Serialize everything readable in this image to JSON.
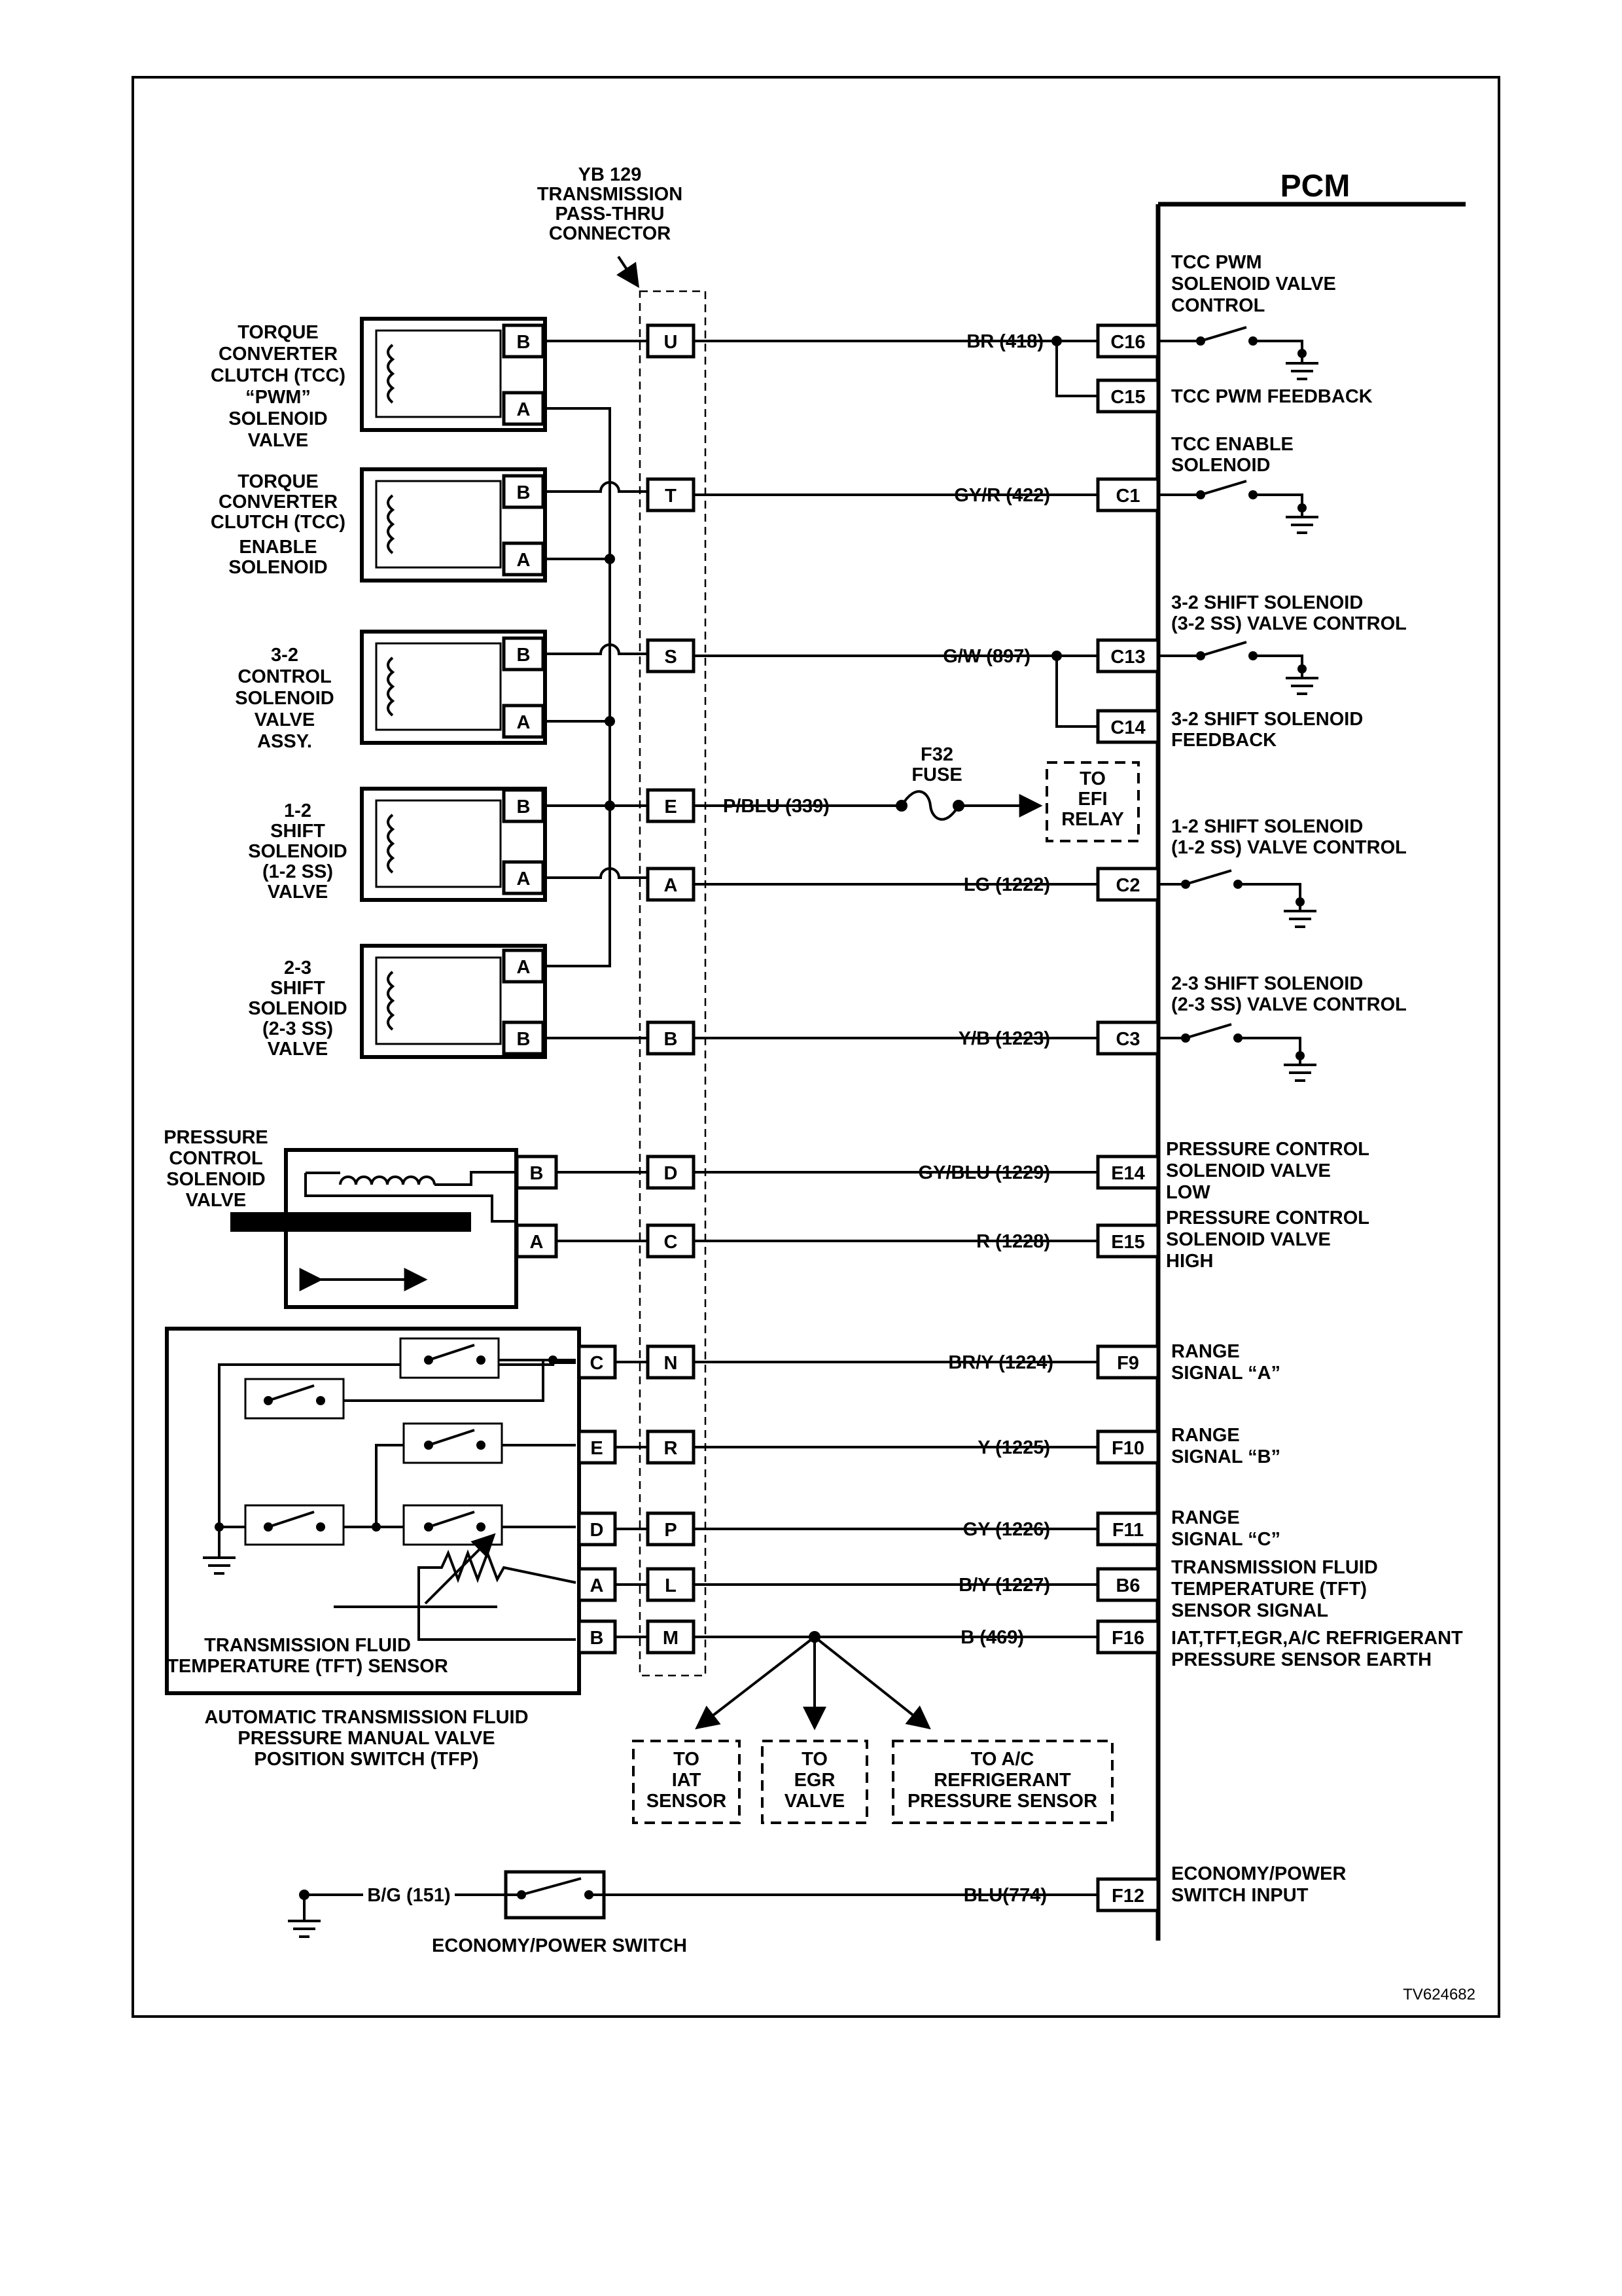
{
  "figure_id": "TV624682",
  "pcm": {
    "title": "PCM"
  },
  "connector": {
    "label_lines": [
      "YB 129",
      "TRANSMISSION",
      "PASS-THRU",
      "CONNECTOR"
    ],
    "pins": [
      "U",
      "T",
      "S",
      "E",
      "A",
      "B",
      "D",
      "C",
      "N",
      "R",
      "P",
      "L",
      "M"
    ]
  },
  "components": {
    "tcc_pwm": {
      "lines": [
        "TORQUE",
        "CONVERTER",
        "CLUTCH (TCC)",
        "“PWM”",
        "SOLENOID",
        "VALVE"
      ],
      "pins": [
        "B",
        "A"
      ]
    },
    "tcc_enable": {
      "lines": [
        "TORQUE",
        "CONVERTER",
        "CLUTCH (TCC)",
        "ENABLE",
        "SOLENOID"
      ],
      "pins": [
        "B",
        "A"
      ]
    },
    "control_32": {
      "lines": [
        "3-2",
        "CONTROL",
        "SOLENOID",
        "VALVE",
        "ASSY."
      ],
      "pins": [
        "B",
        "A"
      ]
    },
    "shift_12": {
      "lines": [
        "1-2",
        "SHIFT",
        "SOLENOID",
        "(1-2 SS)",
        "VALVE"
      ],
      "pins": [
        "B",
        "A"
      ]
    },
    "shift_23": {
      "lines": [
        "2-3",
        "SHIFT",
        "SOLENOID",
        "(2-3 SS)",
        "VALVE"
      ],
      "pins": [
        "A",
        "B"
      ]
    },
    "pcs": {
      "lines": [
        "PRESSURE",
        "CONTROL",
        "SOLENOID",
        "VALVE"
      ],
      "pins": [
        "B",
        "A"
      ]
    },
    "tfp": {
      "lines": [
        "AUTOMATIC TRANSMISSION FLUID",
        "PRESSURE MANUAL VALVE",
        "POSITION SWITCH (TFP)"
      ],
      "sensor_lines": [
        "TRANSMISSION FLUID",
        "TEMPERATURE (TFT) SENSOR"
      ],
      "pins": [
        "C",
        "E",
        "D",
        "A",
        "B"
      ]
    },
    "economy": {
      "label": "ECONOMY/POWER SWITCH",
      "wire": "B/G (151)"
    }
  },
  "fuse": {
    "lines": [
      "F32",
      "FUSE"
    ],
    "dest_lines": [
      "TO",
      "EFI",
      "RELAY"
    ]
  },
  "destinations": [
    {
      "lines": [
        "TO",
        "IAT",
        "SENSOR"
      ]
    },
    {
      "lines": [
        "TO",
        "EGR",
        "VALVE"
      ]
    },
    {
      "lines": [
        "TO A/C",
        "REFRIGERANT",
        "PRESSURE SENSOR"
      ]
    }
  ],
  "wires": [
    {
      "wire": "BR (418)",
      "pcm_pin": "C16",
      "pcm_lines": [
        "TCC PWM",
        "SOLENOID  VALVE",
        "CONTROL"
      ]
    },
    {
      "wire": "",
      "pcm_pin": "C15",
      "pcm_lines": [
        "TCC PWM FEEDBACK"
      ]
    },
    {
      "wire": "GY/R (422)",
      "pcm_pin": "C1",
      "pcm_lines": [
        "TCC ENABLE",
        "SOLENOID"
      ]
    },
    {
      "wire": "G/W (897)",
      "pcm_pin": "C13",
      "pcm_lines": [
        "3-2 SHIFT SOLENOID",
        "(3-2 SS) VALVE CONTROL"
      ]
    },
    {
      "wire": "",
      "pcm_pin": "C14",
      "pcm_lines": [
        "3-2 SHIFT SOLENOID",
        "FEEDBACK"
      ]
    },
    {
      "wire": "P/BLU (339)",
      "pcm_pin": "",
      "pcm_lines": []
    },
    {
      "wire": "LG (1222)",
      "pcm_pin": "C2",
      "pcm_lines": [
        "1-2 SHIFT SOLENOID",
        "(1-2 SS) VALVE CONTROL"
      ]
    },
    {
      "wire": "Y/B (1223)",
      "pcm_pin": "C3",
      "pcm_lines": [
        "2-3 SHIFT SOLENOID",
        "(2-3 SS) VALVE CONTROL"
      ]
    },
    {
      "wire": "GY/BLU (1229)",
      "pcm_pin": "E14",
      "pcm_lines": [
        "PRESSURE CONTROL",
        "SOLENOID VALVE",
        "LOW"
      ]
    },
    {
      "wire": "R (1228)",
      "pcm_pin": "E15",
      "pcm_lines": [
        "PRESSURE CONTROL",
        "SOLENOID VALVE",
        "HIGH"
      ]
    },
    {
      "wire": "BR/Y (1224)",
      "pcm_pin": "F9",
      "pcm_lines": [
        "RANGE",
        "SIGNAL “A”"
      ]
    },
    {
      "wire": "Y (1225)",
      "pcm_pin": "F10",
      "pcm_lines": [
        "RANGE",
        "SIGNAL “B”"
      ]
    },
    {
      "wire": "GY (1226)",
      "pcm_pin": "F11",
      "pcm_lines": [
        "RANGE",
        "SIGNAL “C”"
      ]
    },
    {
      "wire": "B/Y (1227)",
      "pcm_pin": "B6",
      "pcm_lines": [
        "TRANSMISSION FLUID",
        "TEMPERATURE (TFT)",
        "SENSOR SIGNAL"
      ]
    },
    {
      "wire": "B (469)",
      "pcm_pin": "F16",
      "pcm_lines": [
        "IAT,TFT,EGR,A/C REFRIGERANT",
        "PRESSURE SENSOR EARTH"
      ]
    },
    {
      "wire": "BLU(774)",
      "pcm_pin": "F12",
      "pcm_lines": [
        "ECONOMY/POWER",
        "SWITCH INPUT"
      ]
    }
  ]
}
